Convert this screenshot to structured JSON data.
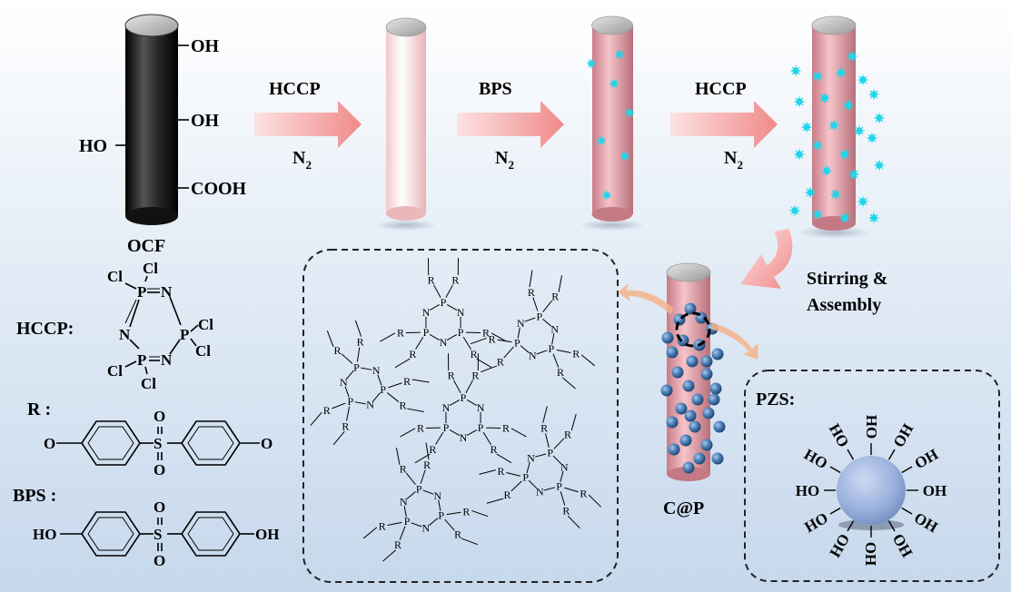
{
  "ocf": {
    "label": "OCF",
    "groups": {
      "oh_top": "OH",
      "oh_mid": "OH",
      "ho_left": "HO",
      "cooh": "COOH"
    }
  },
  "steps": [
    {
      "reagent": "HCCP",
      "gas": "N",
      "sub": "2"
    },
    {
      "reagent": "BPS",
      "gas": "N",
      "sub": "2"
    },
    {
      "reagent": "HCCP",
      "gas": "N",
      "sub": "2"
    }
  ],
  "assembly_label_1": "Stirring &",
  "assembly_label_2": "Assembly",
  "cap_label": "C@P",
  "pzs": {
    "label": "PZS:",
    "oh": "OH",
    "ho": "HO"
  },
  "legend": {
    "hccp": "HCCP:",
    "r": "R :",
    "bps": "BPS :",
    "cl": "Cl",
    "p": "P",
    "n": "N",
    "o": "O",
    "s": "S",
    "ho": "HO",
    "oh": "OH"
  },
  "network": {
    "p": "P",
    "n": "N",
    "r": "R"
  },
  "colors": {
    "background_top": "#ffffff",
    "background_bottom": "#c9daee",
    "black_fiber": "#1a1a1a",
    "pink_fiber": "#e8a0a8",
    "arrow": "#f39a9a",
    "cyan_dot": "#1fd6ea",
    "blue_sphere": "#3a6fa8",
    "pzs_sphere": "#9cb2dd"
  }
}
